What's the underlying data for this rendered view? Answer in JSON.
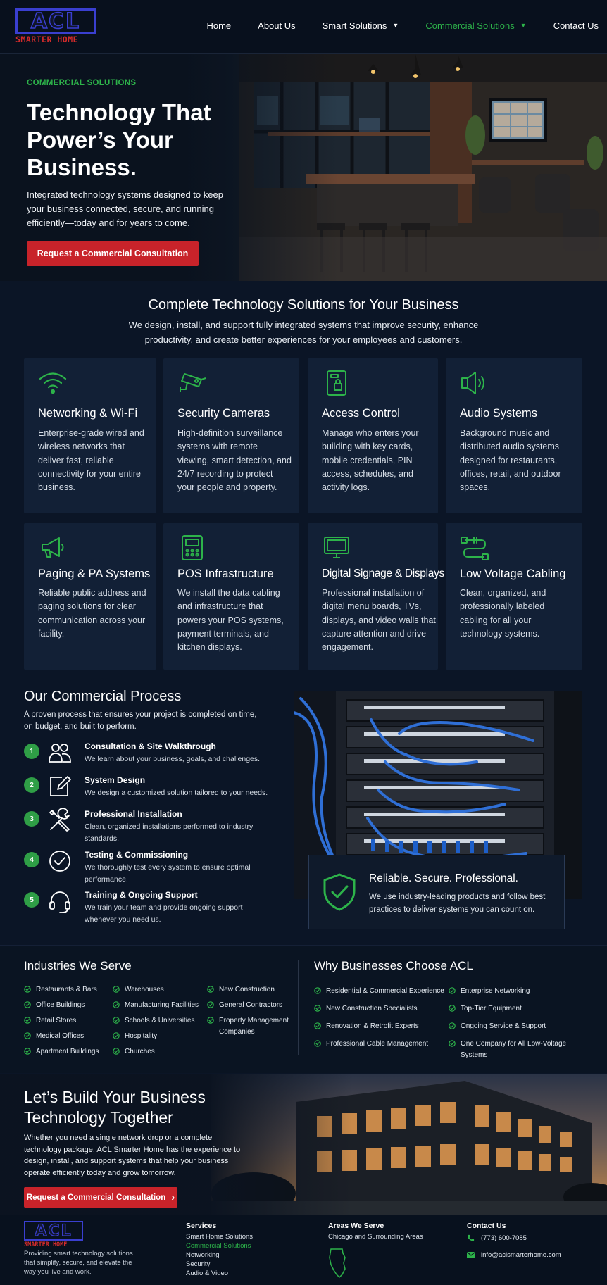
{
  "brand": {
    "logo_text": "ACL",
    "logo_sub": "SMARTER HOME",
    "tagline": "Providing smart technology solutions that simplify, secure, and elevate the way you live and work.",
    "green": "#2db34a",
    "red": "#c8232a"
  },
  "nav": {
    "items": [
      {
        "label": "Home",
        "dropdown": false,
        "active": false
      },
      {
        "label": "About Us",
        "dropdown": false,
        "active": false
      },
      {
        "label": "Smart Solutions",
        "dropdown": true,
        "active": false
      },
      {
        "label": "Commercial Solutions",
        "dropdown": true,
        "active": true
      },
      {
        "label": "Contact Us",
        "dropdown": false,
        "active": false
      }
    ]
  },
  "hero": {
    "eyebrow": "COMMERCIAL SOLUTIONS",
    "title": "Technology That Power’s Your Business.",
    "subtitle": "Integrated technology systems designed to keep your business connected, secure, and running efficiently—today and for years to come.",
    "cta": "Request a Commercial Consultation"
  },
  "solutions": {
    "title": "Complete Technology Solutions for Your Business",
    "subtitle": "We design, install, and support fully integrated systems that improve security, enhance productivity, and create better experiences for your employees and customers.",
    "cards": [
      {
        "icon": "wifi-icon",
        "title": "Networking & Wi-Fi",
        "text": "Enterprise-grade wired and wireless networks that deliver fast, reliable connectivity for your entire business."
      },
      {
        "icon": "security-camera-icon",
        "title": "Security Cameras",
        "text": "High-definition surveillance systems with remote viewing, smart detection, and 24/7 recording to protect your people and property."
      },
      {
        "icon": "access-control-icon",
        "title": "Access Control",
        "text": "Manage who enters your building with key cards, mobile credentials, PIN access, schedules, and activity logs."
      },
      {
        "icon": "speaker-icon",
        "title": "Audio Systems",
        "text": "Background music and distributed audio systems designed for restaurants, offices, retail, and outdoor spaces."
      },
      {
        "icon": "megaphone-icon",
        "title": "Paging & PA Systems",
        "text": "Reliable public address and paging solutions for clear communication across your facility."
      },
      {
        "icon": "pos-terminal-icon",
        "title": "POS Infrastructure",
        "text": "We install the data cabling and infrastructure that powers your POS systems, payment terminals, and kitchen displays."
      },
      {
        "icon": "monitor-icon",
        "title": "Digital Signage & Displays",
        "text": "Professional installation of digital menu boards, TVs, displays, and video walls that capture attention and drive engagement."
      },
      {
        "icon": "cable-icon",
        "title": "Low Voltage Cabling",
        "text": "Clean, organized, and professionally labeled cabling for all your technology systems."
      }
    ]
  },
  "process": {
    "title": "Our Commercial Process",
    "subtitle": "A proven process that ensures your project is completed on time, on budget, and built to perform.",
    "steps": [
      {
        "num": "1",
        "icon": "people-icon",
        "title": "Consultation & Site Walkthrough",
        "text": "We learn about your business, goals, and challenges."
      },
      {
        "num": "2",
        "icon": "edit-icon",
        "title": "System Design",
        "text": "We design a customized solution tailored to your needs."
      },
      {
        "num": "3",
        "icon": "tools-icon",
        "title": "Professional Installation",
        "text": "Clean, organized installations performed to industry standards."
      },
      {
        "num": "4",
        "icon": "check-circle-icon",
        "title": "Testing & Commissioning",
        "text": "We thoroughly test every system to ensure optimal performance."
      },
      {
        "num": "5",
        "icon": "headset-icon",
        "title": "Training & Ongoing Support",
        "text": "We train your team and provide ongoing support whenever you need us."
      }
    ],
    "badge": {
      "title": "Reliable. Secure. Professional.",
      "text": "We use industry-leading products and follow best practices to deliver systems you can count on."
    }
  },
  "industries": {
    "title": "Industries We Serve",
    "col1": [
      "Restaurants & Bars",
      "Office Buildings",
      "Retail Stores",
      "Medical Offices",
      "Apartment Buildings"
    ],
    "col2": [
      "Warehouses",
      "Manufacturing Facilities",
      "Schools & Universities",
      "Hospitality",
      "Churches"
    ],
    "col3": [
      "New Construction",
      "General Contractors",
      "Property Management Companies"
    ]
  },
  "why": {
    "title": "Why Businesses Choose ACL",
    "col1": [
      "Residential & Commercial Experience",
      "New Construction Specialists",
      "Renovation & Retrofit Experts",
      "Professional Cable Management"
    ],
    "col2": [
      "Enterprise Networking",
      "Top-Tier Equipment",
      "Ongoing Service & Support",
      "One Company for All Low-Voltage Systems"
    ]
  },
  "cta": {
    "title": "Let’s Build Your Business Technology Together",
    "text": "Whether you need a single network drop or a complete technology package, ACL Smarter Home has the experience to design, install, and support systems that help your business operate efficiently today and grow tomorrow.",
    "button": "Request a Commercial Consultation",
    "button_arrow": "›"
  },
  "footer": {
    "services_head": "Services",
    "services": [
      "Smart Home Solutions",
      "Commercial Solutions",
      "Networking",
      "Security",
      "Audio & Video"
    ],
    "areas_head": "Areas We Serve",
    "areas": "Chicago and Surrounding Areas",
    "contact_head": "Contact Us",
    "phone": "(773) 600-7085",
    "email": "info@aclsmarterhome.com"
  }
}
